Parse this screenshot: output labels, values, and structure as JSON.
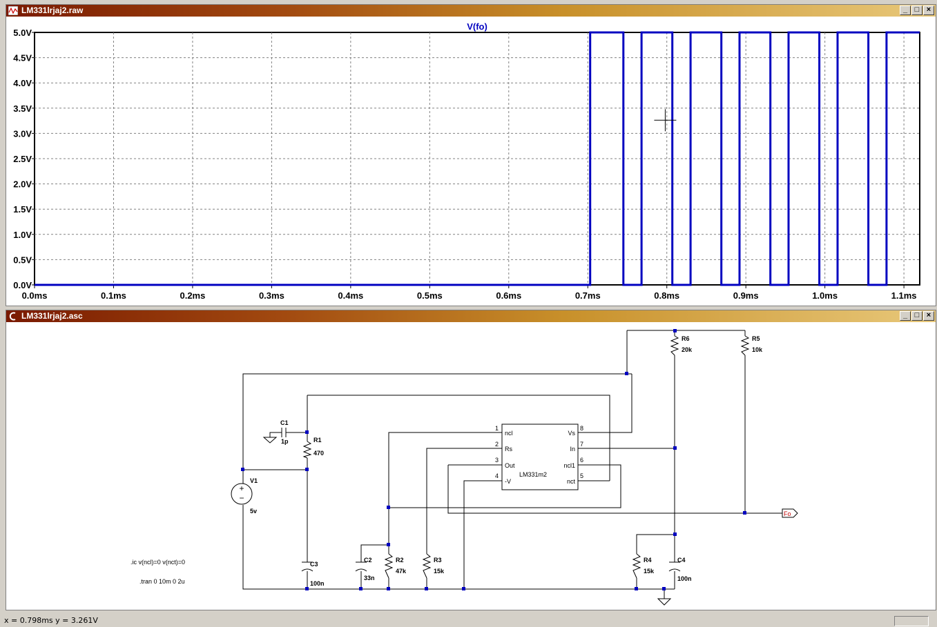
{
  "plot_window": {
    "title": "LM331lrjaj2.raw",
    "icon": "waveform-icon",
    "trace_name": "V(fo)",
    "trace_color": "#0000c0"
  },
  "schematic_window": {
    "title": "LM331lrjaj2.asc",
    "icon": "ltspice-schematic-icon"
  },
  "window_controls": {
    "minimize": "_",
    "maximize": "□",
    "close": "×"
  },
  "chart_data": {
    "type": "line",
    "title": "V(fo)",
    "xlabel": "",
    "ylabel": "",
    "xlim": [
      0,
      1.12
    ],
    "ylim": [
      0,
      5
    ],
    "x_ticks": [
      "0.0ms",
      "0.1ms",
      "0.2ms",
      "0.3ms",
      "0.4ms",
      "0.5ms",
      "0.6ms",
      "0.7ms",
      "0.8ms",
      "0.9ms",
      "1.0ms",
      "1.1ms"
    ],
    "y_ticks": [
      "0.0V",
      "0.5V",
      "1.0V",
      "1.5V",
      "2.0V",
      "2.5V",
      "3.0V",
      "3.5V",
      "4.0V",
      "4.5V",
      "5.0V"
    ],
    "grid": true,
    "series": [
      {
        "name": "V(fo)",
        "x_ms": [
          0,
          0.703,
          0.703,
          0.745,
          0.745,
          0.768,
          0.768,
          0.807,
          0.807,
          0.83,
          0.83,
          0.869,
          0.869,
          0.892,
          0.892,
          0.931,
          0.931,
          0.954,
          0.954,
          0.993,
          0.993,
          1.016,
          1.016,
          1.055,
          1.055,
          1.078,
          1.078,
          1.12
        ],
        "y_V": [
          0,
          0,
          5,
          5,
          0,
          0,
          5,
          5,
          0,
          0,
          5,
          5,
          0,
          0,
          5,
          5,
          0,
          0,
          5,
          5,
          0,
          0,
          5,
          5,
          0,
          0,
          5,
          5
        ]
      }
    ]
  },
  "schematic": {
    "components": {
      "C1": {
        "name": "C1",
        "value": "1p"
      },
      "R1": {
        "name": "R1",
        "value": "470"
      },
      "V1": {
        "name": "V1",
        "value": "5v"
      },
      "C3": {
        "name": "C3",
        "value": "100n"
      },
      "C2": {
        "name": "C2",
        "value": "33n"
      },
      "R2": {
        "name": "R2",
        "value": "47k"
      },
      "R3": {
        "name": "R3",
        "value": "15k"
      },
      "R6": {
        "name": "R6",
        "value": "20k"
      },
      "R5": {
        "name": "R5",
        "value": "10k"
      },
      "R4": {
        "name": "R4",
        "value": "15k"
      },
      "C4": {
        "name": "C4",
        "value": "100n"
      }
    },
    "ic": {
      "name": "LM331m2",
      "pins_left": [
        {
          "num": "1",
          "label": "ncl"
        },
        {
          "num": "2",
          "label": "Rs"
        },
        {
          "num": "3",
          "label": "Out"
        },
        {
          "num": "4",
          "label": "-V"
        }
      ],
      "pins_right": [
        {
          "num": "8",
          "label": "Vs"
        },
        {
          "num": "7",
          "label": "In"
        },
        {
          "num": "6",
          "label": "ncl1"
        },
        {
          "num": "5",
          "label": "nct"
        }
      ]
    },
    "net_label": "Fo",
    "directives": [
      ".ic v(ncl)=0 v(nct)=0",
      ".tran 0 10m 0 2u"
    ]
  },
  "status_bar": {
    "cursor_readout": "x = 0.798ms   y = 3.261V"
  }
}
